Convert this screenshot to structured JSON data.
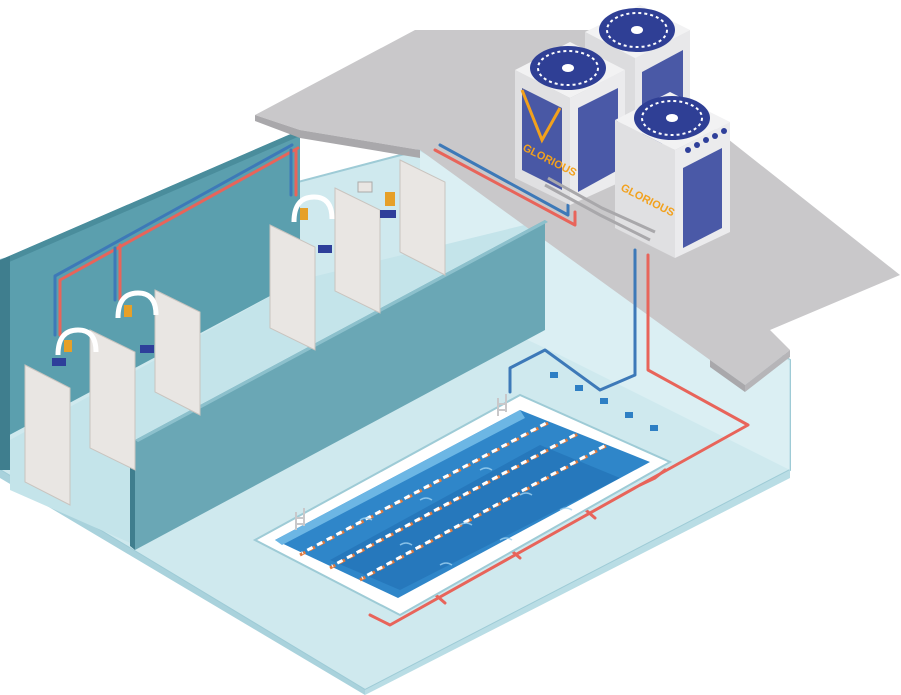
{
  "units": [
    {
      "id": "heat-pump-1",
      "brand": "GLORIOUS"
    },
    {
      "id": "heat-pump-2",
      "brand": ""
    },
    {
      "id": "heat-pump-3",
      "brand": "GLORIOUS"
    }
  ],
  "colors": {
    "background": "#ffffff",
    "roof": "#c9c8ca",
    "roof_edge": "#a9a8ab",
    "floor": "#cfe9ee",
    "floor_edge": "#9ecbd6",
    "wall_teal": "#5b9fae",
    "wall_teal_dark": "#3f7e8e",
    "partition": "#6aa7b5",
    "door": "#e9e6e3",
    "pool_deck": "#ffffff",
    "pool_water": "#2f86c9",
    "pool_water_deep": "#1f6db0",
    "lane_rope_a": "#ffffff",
    "lane_rope_b": "#e07a3f",
    "pipe_hot": "#e8645a",
    "pipe_cold": "#3d79b8",
    "unit_body": "#e8e8ea",
    "unit_grille": "#2e3f9a",
    "fan": "#2f3f95",
    "brand_orange": "#f2a11d",
    "shower_tank": "#e6a028"
  },
  "icons": [
    "heat-pump-fan-icon",
    "shower-head-icon",
    "water-heater-icon",
    "pool-inlet-icon",
    "pool-ladder-icon"
  ]
}
